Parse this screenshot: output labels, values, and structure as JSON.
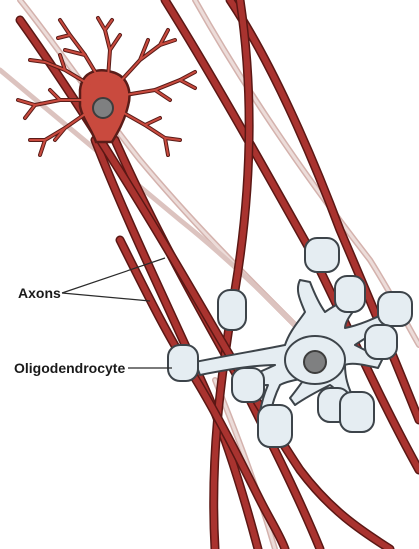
{
  "labels": {
    "axons": "Axons",
    "oligodendrocyte": "Oligodendrocyte"
  },
  "colors": {
    "neuron_body": "#c94a3e",
    "neuron_outline": "#5a1c18",
    "nucleus": "#7f8081",
    "axon_fill": "#a9332f",
    "axon_outline": "#5b1714",
    "faint_axon": "#d4b2ad",
    "oligodendrocyte_fill": "#e5edf2",
    "oligodendrocyte_outline": "#3d444a",
    "label_text": "#1a1a1a"
  },
  "icons": {
    "neuron": "neuron-cell-body-with-dendrites",
    "oligodendrocyte": "oligodendrocyte-glial-cell",
    "myelin_sheath": "myelin-sheath-segment"
  }
}
